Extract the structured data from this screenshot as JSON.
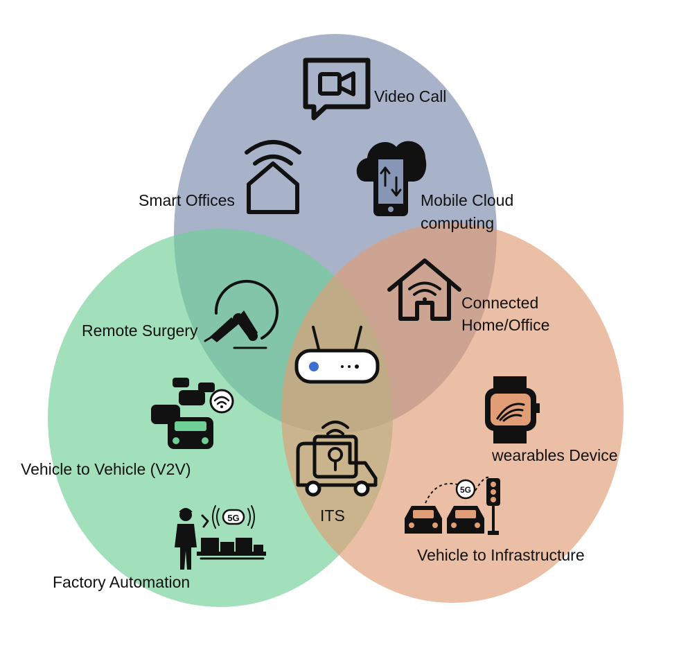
{
  "colors": {
    "top_circle": "#8796b4",
    "left_circle": "#6fcf97",
    "right_circle": "#e19d75",
    "router_dot": "#3b6fd0"
  },
  "labels": {
    "video_call": "Video Call",
    "smart_offices": "Smart Offices",
    "mobile_cloud_line1": "Mobile Cloud",
    "mobile_cloud_line2": "computing",
    "connected_home_line1": "Connected",
    "connected_home_line2": "Home/Office",
    "remote_surgery": "Remote Surgery",
    "v2v": "Vehicle to Vehicle (V2V)",
    "wearables": "wearables Device",
    "its": "ITS",
    "factory_automation": "Factory Automation",
    "v2i": "Vehicle to Infrastructure"
  },
  "icons": {
    "video_call": "video-chat-icon",
    "smart_offices": "smart-home-icon",
    "mobile_cloud": "cloud-phone-icon",
    "connected_home": "wifi-house-icon",
    "remote_surgery": "robot-arm-icon",
    "router": "router-icon",
    "v2v": "cars-wifi-icon",
    "wearables": "smartwatch-icon",
    "its": "smart-truck-icon",
    "factory_automation": "factory-5g-icon",
    "v2i": "cars-traffic-light-icon"
  },
  "badges": {
    "factory_5g": "5G",
    "v2i_5g": "5G"
  }
}
